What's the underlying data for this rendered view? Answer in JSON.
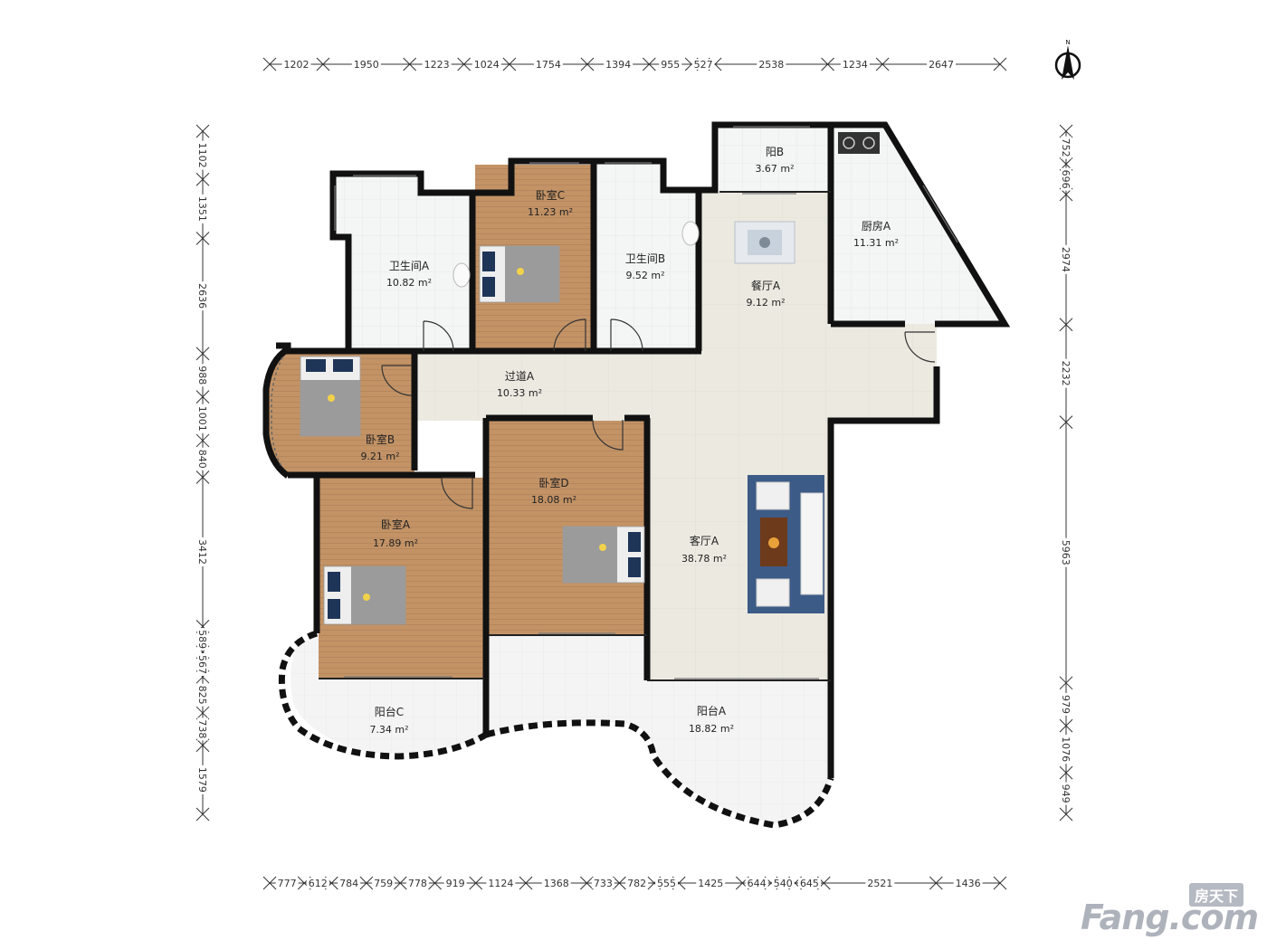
{
  "colors": {
    "wall": "#111111",
    "wood_floor": "#c09064",
    "tile_floor": "#f3f4f4",
    "living_floor": "#ece9e1",
    "balcony_floor": "#f4f4f4",
    "rug": "#3c5b86",
    "bed_cover": "#9a9a9a",
    "pillow": "#1f3558"
  },
  "rooms": [
    {
      "name": "卫生间A",
      "area": "10.82 m²",
      "floor": "tile"
    },
    {
      "name": "卧室C",
      "area": "11.23 m²",
      "floor": "wood"
    },
    {
      "name": "卫生间B",
      "area": "9.52 m²",
      "floor": "tile"
    },
    {
      "name": "阳B",
      "area": "3.67 m²",
      "floor": "tile"
    },
    {
      "name": "餐厅A",
      "area": "9.12 m²",
      "floor": "living"
    },
    {
      "name": "厨房A",
      "area": "11.31 m²",
      "floor": "tile"
    },
    {
      "name": "过道A",
      "area": "10.33 m²",
      "floor": "living"
    },
    {
      "name": "卧室B",
      "area": "9.21 m²",
      "floor": "wood"
    },
    {
      "name": "卧室D",
      "area": "18.08 m²",
      "floor": "wood"
    },
    {
      "name": "卧室A",
      "area": "17.89 m²",
      "floor": "wood"
    },
    {
      "name": "客厅A",
      "area": "38.78 m²",
      "floor": "living"
    },
    {
      "name": "阳台C",
      "area": "7.34 m²",
      "floor": "balcony"
    },
    {
      "name": "阳台A",
      "area": "18.82 m²",
      "floor": "balcony"
    }
  ],
  "dimensions": {
    "top": [
      "1202",
      "1950",
      "1223",
      "1024",
      "1754",
      "1394",
      "955",
      "527",
      "2538",
      "1234",
      "2647"
    ],
    "bottom": [
      "777",
      "612",
      "784",
      "759",
      "778",
      "919",
      "1124",
      "1368",
      "733",
      "782",
      "555",
      "1425",
      "644",
      "540",
      "645",
      "2521",
      "1436"
    ],
    "left": [
      "1102",
      "1351",
      "2636",
      "988",
      "1001",
      "840",
      "3412",
      "589",
      "567",
      "825",
      "738",
      "1579"
    ],
    "right": [
      "752",
      "696",
      "2974",
      "2232",
      "5963",
      "979",
      "1076",
      "949"
    ]
  },
  "compass": {
    "icon": "north-arrow-icon",
    "label": "N"
  },
  "logo": {
    "top": "房天下",
    "main": "Fang.com"
  }
}
